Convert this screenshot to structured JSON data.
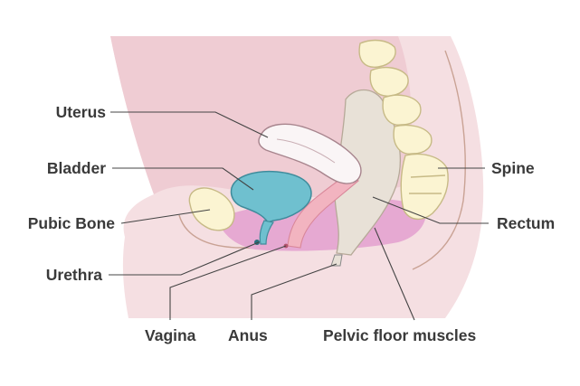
{
  "labels": {
    "uterus": "Uterus",
    "bladder": "Bladder",
    "pubic_bone": "Pubic Bone",
    "urethra": "Urethra",
    "vagina": "Vagina",
    "anus": "Anus",
    "pelvic_floor": "Pelvic floor muscles",
    "spine": "Spine",
    "rectum": "Rectum"
  },
  "colors": {
    "body_skin": "#f5dfe2",
    "abdomen": "#efccd3",
    "outline": "#c9a294",
    "pelvic_floor": "#e6a9d2",
    "bladder": "#6fc0cf",
    "bladder_outline": "#3f8c9c",
    "uterus": "#faf5f6",
    "uterus_outline": "#a7848d",
    "vagina_pink": "#f2b4c0",
    "rectum": "#e8e1d7",
    "spine_vertebra": "#fbf4d2",
    "spine_outline": "#c7ba86",
    "pubic_bone": "#fbf4d2",
    "leader_line": "#444444",
    "label_text": "#3a3a3a"
  }
}
